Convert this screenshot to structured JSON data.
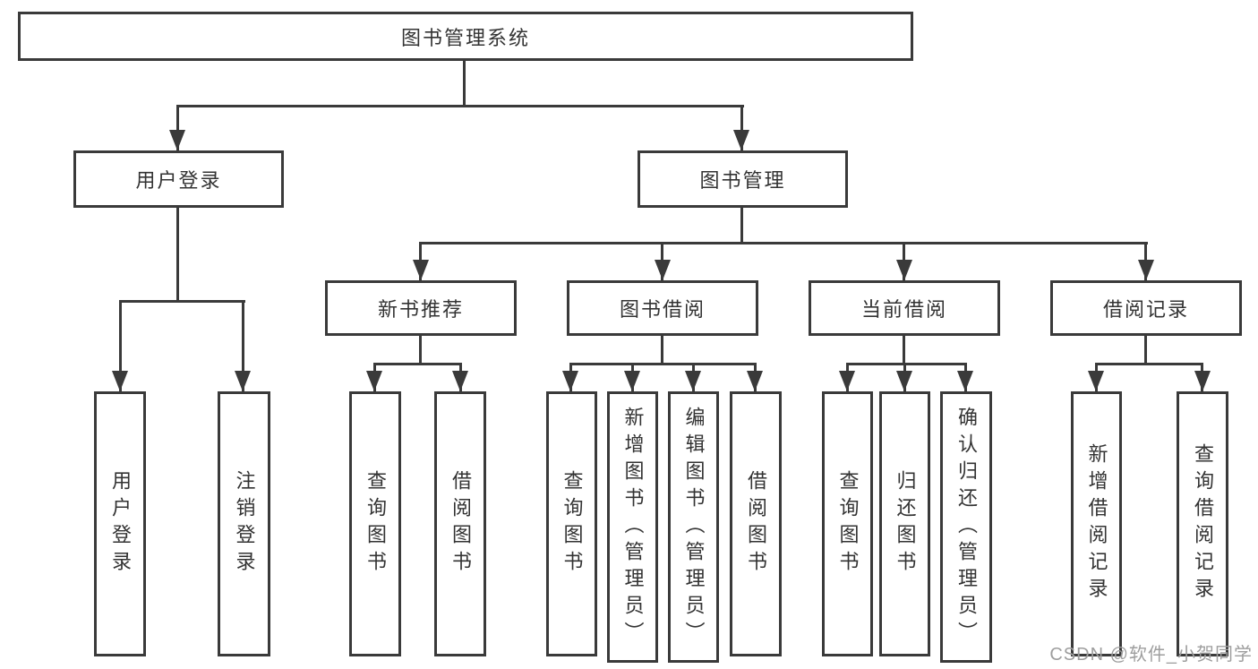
{
  "root": {
    "label": "图书管理系统",
    "children": [
      {
        "label": "用户登录",
        "children": [
          {
            "label": "用户登录"
          },
          {
            "label": "注销登录"
          }
        ]
      },
      {
        "label": "图书管理",
        "children": [
          {
            "label": "新书推荐",
            "children": [
              {
                "label": "查询图书"
              },
              {
                "label": "借阅图书"
              }
            ]
          },
          {
            "label": "图书借阅",
            "children": [
              {
                "label": "查询图书"
              },
              {
                "label": "新增图书（管理员）"
              },
              {
                "label": "编辑图书（管理员）"
              },
              {
                "label": "借阅图书"
              }
            ]
          },
          {
            "label": "当前借阅",
            "children": [
              {
                "label": "查询图书"
              },
              {
                "label": "归还图书"
              },
              {
                "label": "确认归还（管理员）"
              }
            ]
          },
          {
            "label": "借阅记录",
            "children": [
              {
                "label": "新增借阅记录"
              },
              {
                "label": "查询借阅记录"
              }
            ]
          }
        ]
      }
    ]
  },
  "watermark": {
    "text": "CSDN @软件_小贺同学"
  },
  "colors": {
    "line": "#3a3a3a",
    "text": "#333333",
    "watermark": "#9e9e9e",
    "background": "#ffffff"
  }
}
